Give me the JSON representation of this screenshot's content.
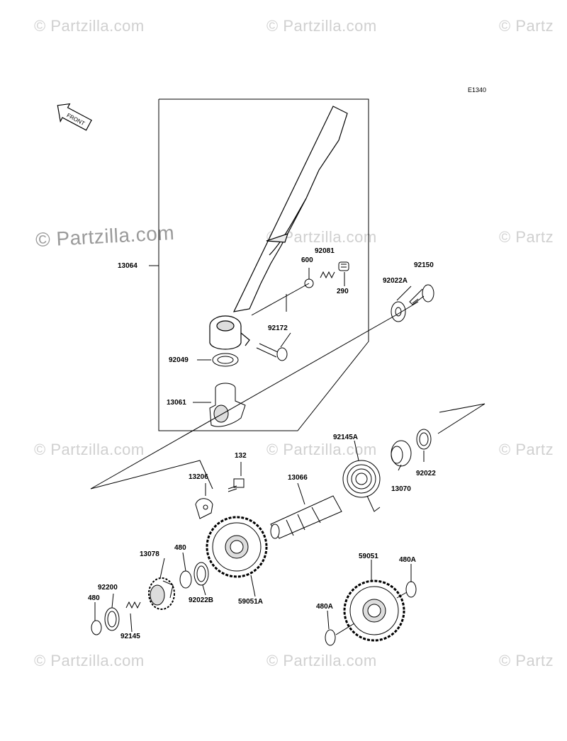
{
  "watermarks": {
    "text": "© Partzilla.com",
    "partial": "© Partz"
  },
  "diagram_code": "E1340",
  "front_arrow": "FRONT",
  "parts": {
    "p13064": "13064",
    "p92081": "92081",
    "p600": "600",
    "p290": "290",
    "p92150": "92150",
    "p92022A": "92022A",
    "p92172": "92172",
    "p92049": "92049",
    "p13061": "13061",
    "p92145A": "92145A",
    "p132": "132",
    "p13206": "13206",
    "p13066": "13066",
    "p13070": "13070",
    "p92022": "92022",
    "p13078": "13078",
    "p480_a": "480",
    "p92200": "92200",
    "p480_b": "480",
    "p92145": "92145",
    "p92022B": "92022B",
    "p59051A": "59051A",
    "p59051": "59051",
    "p480A_a": "480A",
    "p480A_b": "480A"
  }
}
